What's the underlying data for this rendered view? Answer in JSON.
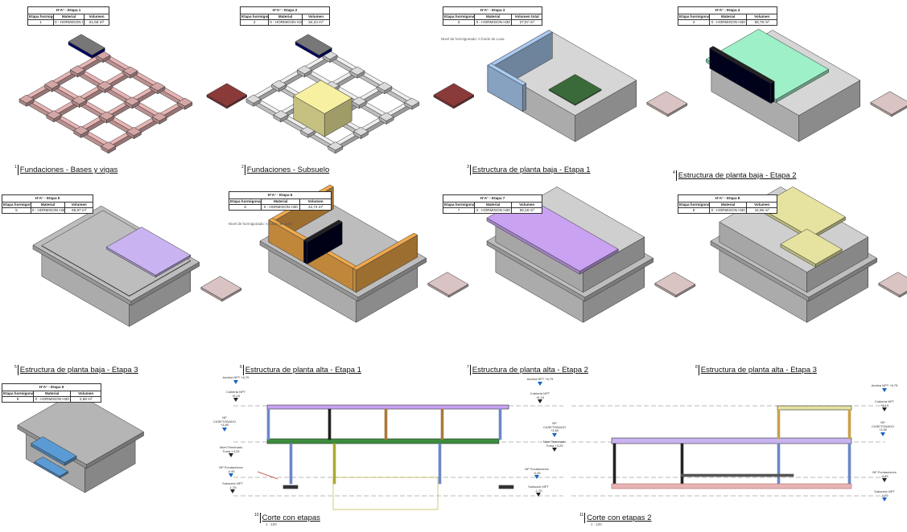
{
  "schedule_headers": {
    "etapa": "Etapa hormigonado",
    "material": "Material",
    "volumen": "Volumen",
    "volumen_total": "Volumen total"
  },
  "stages": [
    {
      "table_title": "H°A° - Etapa 1",
      "etapa": "1",
      "material": "0 - HORMIGON H30",
      "volumen": "61,58 m³",
      "caption_num": "1",
      "caption": "Fundaciones - Bases y vigas"
    },
    {
      "table_title": "H°A° - Etapa 2",
      "etapa": "2",
      "material": "0 - HORMIGON H30",
      "volumen": "84,34 m³",
      "caption_num": "2",
      "caption": "Fundaciones - Subsuelo"
    },
    {
      "table_title": "H°A° - Etapa 3",
      "etapa": "3",
      "material": "0 - HORMIGON H30",
      "volumen": "27,57 m³",
      "note": "Nivel de hormigonado: A fondo de Losa",
      "caption_num": "3",
      "caption": "Estructura de planta baja - Etapa 1"
    },
    {
      "table_title": "H°A° - Etapa 4",
      "etapa": "4",
      "material": "0 - HORMIGON H30",
      "volumen": "58,78 m³",
      "caption_num": "4",
      "caption": "Estructura de planta baja - Etapa 2"
    },
    {
      "table_title": "H°A° - Etapa 5",
      "etapa": "5",
      "material": "0 - HORMIGON H30",
      "volumen": "68,97 m³",
      "caption_num": "5",
      "caption": "Estructura de planta baja - Etapa 3"
    },
    {
      "table_title": "H°A° - Etapa 6",
      "etapa": "6",
      "material": "0 - HORMIGON H30",
      "volumen": "42,74 m³",
      "note": "Nivel de hormigonado: A fondo de Losa",
      "caption_num": "6",
      "caption": "Estructura de planta alta - Etapa 1"
    },
    {
      "table_title": "H°A° - Etapa 7",
      "etapa": "7",
      "material": "0 - HORMIGON H30",
      "volumen": "59,18 m³",
      "caption_num": "7",
      "caption": "Estructura de planta alta - Etapa 2"
    },
    {
      "table_title": "H°A° - Etapa 8",
      "etapa": "8",
      "material": "0 - HORMIGON H30",
      "volumen": "44,85 m³",
      "caption_num": "8",
      "caption": "Estructura de planta alta - Etapa 3"
    },
    {
      "table_title": "H°A° - Etapa 9",
      "etapa": "9",
      "material": "0 - HORMIGON H30",
      "volumen": "2,58 m³"
    }
  ],
  "sections": [
    {
      "caption_num": "10",
      "caption": "Corte con etapas",
      "scale": "1 : 100"
    },
    {
      "caption_num": "11",
      "caption": "Corte con etapas 2",
      "scale": "1 : 100"
    }
  ],
  "levels": {
    "azotea": "Azotea NPT +6,75",
    "cubierta": "Cubierta NPT +6,15",
    "cielorraso": "NP CASETONADO +3,80",
    "nivel_terminado": "Nivel Terminado Toma +3,25",
    "fundaciones": "NP Fundaciones -0,45",
    "subsuelo": "Subsuelo NPT -1,25"
  },
  "stage_colors": {
    "etapa1": "#e8b4b4",
    "etapa2": "#f6f0a0",
    "etapa3": "#a9c9f0",
    "etapa4": "#9ef0c8",
    "etapa5": "#c9b3f0",
    "etapa6": "#f0a94a",
    "etapa7": "#c9a2f2",
    "etapa8": "#e6e3a0"
  }
}
